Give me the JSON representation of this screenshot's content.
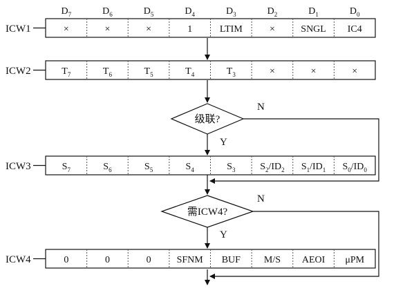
{
  "bit_headers": [
    {
      "base": "D",
      "sub": "7"
    },
    {
      "base": "D",
      "sub": "6"
    },
    {
      "base": "D",
      "sub": "5"
    },
    {
      "base": "D",
      "sub": "4"
    },
    {
      "base": "D",
      "sub": "3"
    },
    {
      "base": "D",
      "sub": "2"
    },
    {
      "base": "D",
      "sub": "1"
    },
    {
      "base": "D",
      "sub": "0"
    }
  ],
  "registers": [
    {
      "name": "ICW1",
      "cells": [
        {
          "base": "×"
        },
        {
          "base": "×"
        },
        {
          "base": "×"
        },
        {
          "base": "1"
        },
        {
          "base": "LTIM"
        },
        {
          "base": "×"
        },
        {
          "base": "SNGL"
        },
        {
          "base": "IC4"
        }
      ]
    },
    {
      "name": "ICW2",
      "cells": [
        {
          "base": "T",
          "sub": "7"
        },
        {
          "base": "T",
          "sub": "6"
        },
        {
          "base": "T",
          "sub": "5"
        },
        {
          "base": "T",
          "sub": "4"
        },
        {
          "base": "T",
          "sub": "3"
        },
        {
          "base": "×"
        },
        {
          "base": "×"
        },
        {
          "base": "×"
        }
      ]
    },
    {
      "name": "ICW3",
      "cells": [
        {
          "base": "S",
          "sub": "7"
        },
        {
          "base": "S",
          "sub": "6"
        },
        {
          "base": "S",
          "sub": "5"
        },
        {
          "base": "S",
          "sub": "4"
        },
        {
          "base": "S",
          "sub": "3"
        },
        {
          "base": "S",
          "sub": "2",
          "tail": "/ID",
          "sub2": "2"
        },
        {
          "base": "S",
          "sub": "1",
          "tail": "/ID",
          "sub2": "1"
        },
        {
          "base": "S",
          "sub": "0",
          "tail": "/ID",
          "sub2": "0"
        }
      ]
    },
    {
      "name": "ICW4",
      "cells": [
        {
          "base": "0"
        },
        {
          "base": "0"
        },
        {
          "base": "0"
        },
        {
          "base": "SFNM"
        },
        {
          "base": "BUF"
        },
        {
          "base": "M/S"
        },
        {
          "base": "AEOI"
        },
        {
          "base": "μPM"
        }
      ]
    }
  ],
  "decisions": [
    {
      "question": "级联?",
      "yes": "Y",
      "no": "N"
    },
    {
      "question": "需ICW4?",
      "yes": "Y",
      "no": "N"
    }
  ]
}
